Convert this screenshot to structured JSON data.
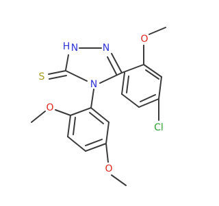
{
  "atoms": {
    "nh": {
      "text": "H",
      "sub_text": "N",
      "color": "#2f35d4"
    },
    "n2": {
      "text": "N",
      "color": "#2f35d4"
    },
    "n4": {
      "text": "N",
      "color": "#2f35d4"
    },
    "s": {
      "text": "S",
      "color": "#a89a1e"
    },
    "cl": {
      "text": "Cl",
      "color": "#2ea12f"
    },
    "o_top": {
      "text": "O",
      "color": "#e0261d"
    },
    "o_left": {
      "text": "O",
      "color": "#e0261d"
    },
    "o_bottom": {
      "text": "O",
      "color": "#e0261d"
    }
  },
  "colors": {
    "bond": "#3a3a3a",
    "background": "#ffffff"
  }
}
